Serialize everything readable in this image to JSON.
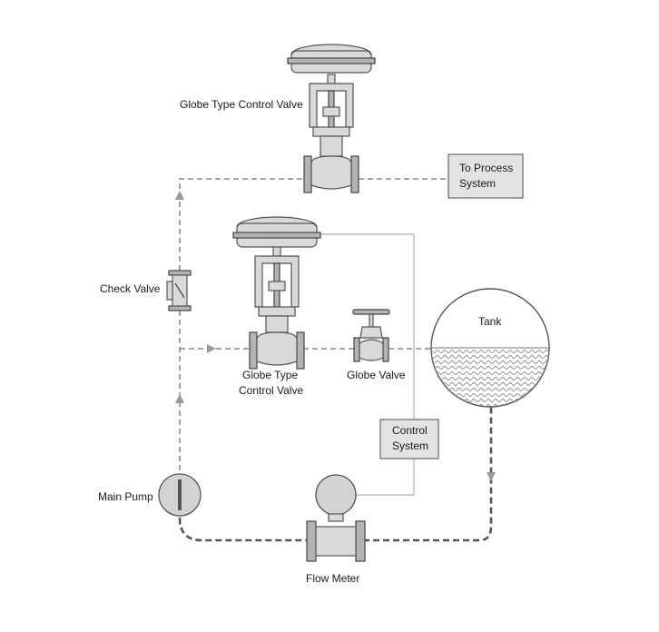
{
  "labels": {
    "globe_top": "Globe Type Control Valve",
    "to_process_1": "To Process",
    "to_process_2": "System",
    "check_valve": "Check Valve",
    "tank": "Tank",
    "globe_mid_1": "Globe Type",
    "globe_mid_2": "Control Valve",
    "globe_valve": "Globe Valve",
    "control_1": "Control",
    "control_2": "System",
    "main_pump": "Main Pump",
    "flow_meter": "Flow Meter"
  },
  "colors": {
    "pipe": "#8a8a8a",
    "pipe_heavy": "#555555",
    "box_fill": "#e3e3e3",
    "tank_liquid": "#9a9a9a"
  },
  "icons": [
    "globe-control-valve-icon",
    "check-valve-icon",
    "globe-valve-icon",
    "pump-icon",
    "flow-meter-icon",
    "tank-icon"
  ]
}
